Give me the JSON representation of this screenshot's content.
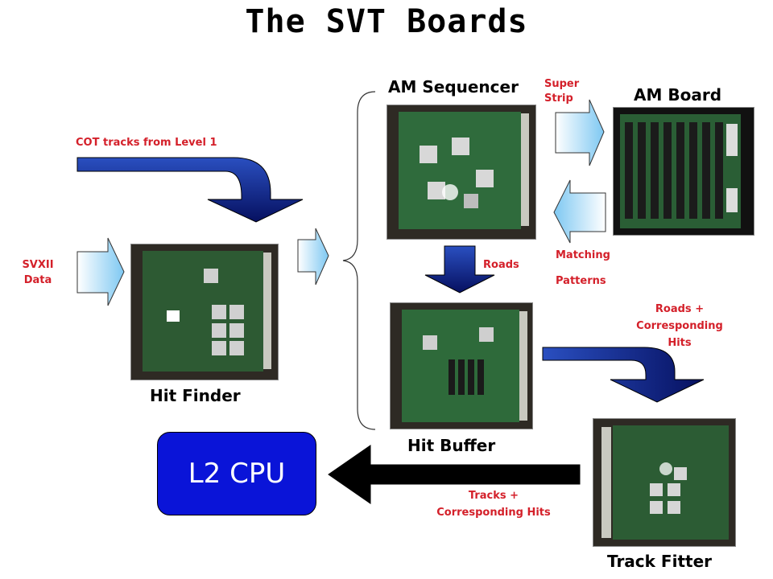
{
  "title": "The SVT Boards",
  "boards": {
    "am_sequencer": "AM Sequencer",
    "am_board": "AM Board",
    "hit_finder": "Hit Finder",
    "hit_buffer": "Hit Buffer",
    "track_fitter": "Track Fitter"
  },
  "cpu": {
    "label": "L2 CPU"
  },
  "flows": {
    "cot_tracks": "COT tracks from Level 1",
    "svxii_line1": "SVXII",
    "svxii_line2": "Data",
    "super_strip_line1": "Super",
    "super_strip_line2": "Strip",
    "matching_line1": "Matching",
    "matching_line2": "Patterns",
    "roads": "Roads",
    "roads_hits_line1": "Roads +",
    "roads_hits_line2": "Corresponding",
    "roads_hits_line3": "Hits",
    "tracks_hits_line1": "Tracks +",
    "tracks_hits_line2": "Corresponding Hits"
  },
  "colors": {
    "label_red": "#d4202a",
    "cpu_blue": "#0a14d8",
    "arrow_navy": "#0b1a7a",
    "arrow_light": "#9fd6f6"
  }
}
